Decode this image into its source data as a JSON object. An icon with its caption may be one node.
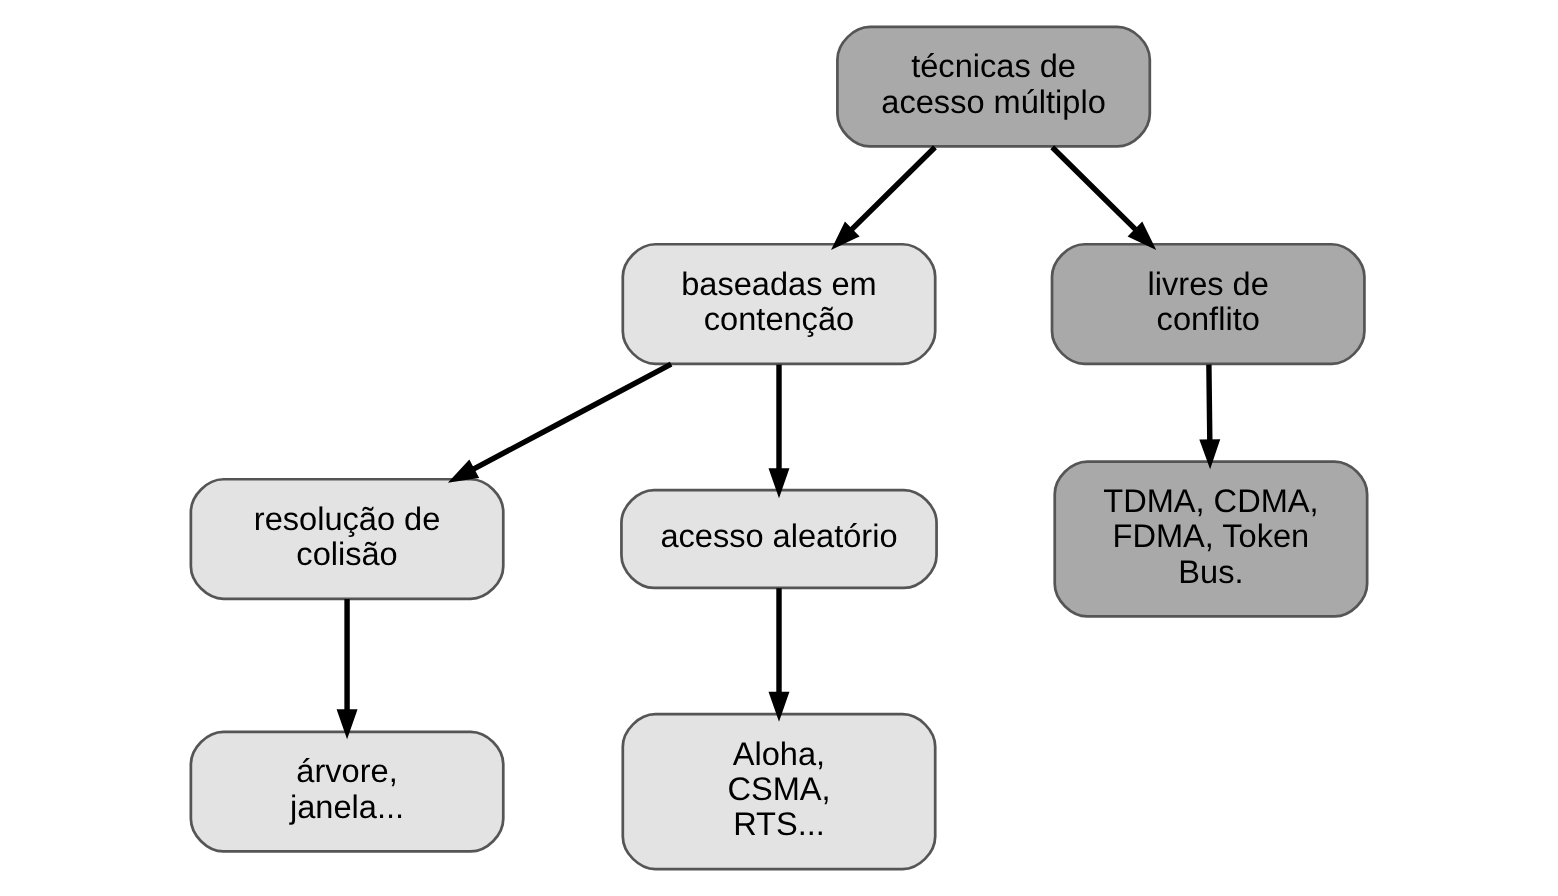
{
  "diagram": {
    "nodes": [
      {
        "text": [
          "técnicas de acesso múltiplo"
        ]
      },
      {
        "text": [
          "baseadas em contenção"
        ]
      },
      {
        "text": [
          "livres de conflito"
        ]
      },
      {
        "text": [
          "resolução de colisão"
        ]
      },
      {
        "text": [
          "acesso aleatório"
        ]
      },
      {
        "text": [
          "TDMA, CDMA, FDMA, Token Bus."
        ]
      },
      {
        "text": [
          "árvore, janela..."
        ]
      },
      {
        "text": [
          "Aloha, CSMA, RTS..."
        ]
      }
    ],
    "edges": [
      {
        "from": 0,
        "to": 1,
        "arrow": "to"
      },
      {
        "from": 0,
        "to": 2,
        "arrow": "to"
      },
      {
        "from": 1,
        "to": 3,
        "arrow": "to"
      },
      {
        "from": 1,
        "to": 4,
        "arrow": "to"
      },
      {
        "from": 2,
        "to": 5,
        "arrow": "to"
      },
      {
        "from": 3,
        "to": 6,
        "arrow": "to"
      },
      {
        "from": 4,
        "to": 7,
        "arrow": "to"
      }
    ]
  }
}
